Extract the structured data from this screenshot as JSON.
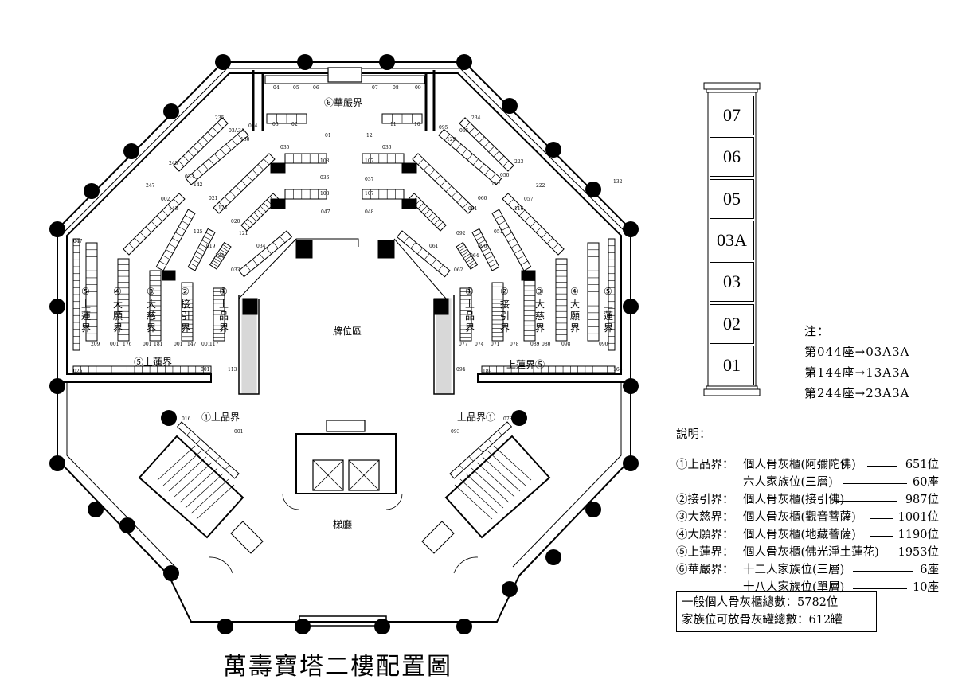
{
  "title": "萬壽寶塔二樓配置圖",
  "floors": [
    "07",
    "06",
    "05",
    "03A",
    "03",
    "02",
    "01"
  ],
  "notes": {
    "heading": "注：",
    "lines": [
      "第044座→03A3A",
      "第144座→13A3A",
      "第244座→23A3A"
    ]
  },
  "legend": {
    "heading": "說明：",
    "rows": [
      {
        "zone": "①上品界：",
        "desc": "個人骨灰櫃(阿彌陀佛)",
        "count": "651位"
      },
      {
        "zone": "",
        "desc": "六人家族位(三層)",
        "count": "60座"
      },
      {
        "zone": "②接引界：",
        "desc": "個人骨灰櫃(接引佛)",
        "count": "987位"
      },
      {
        "zone": "③大慈界：",
        "desc": "個人骨灰櫃(觀音菩薩)",
        "count": "1001位"
      },
      {
        "zone": "④大願界：",
        "desc": "個人骨灰櫃(地藏菩薩)",
        "count": "1190位"
      },
      {
        "zone": "⑤上蓮界：",
        "desc": "個人骨灰櫃(佛光淨土蓮花)",
        "count": "1953位"
      },
      {
        "zone": "⑥華嚴界：",
        "desc": "十二人家族位(三層)",
        "count": "6座"
      },
      {
        "zone": "",
        "desc": "十八人家族位(單層)",
        "count": "10座"
      }
    ]
  },
  "totals": {
    "individual": "一般個人骨灰櫃總數：5782位",
    "family": "家族位可放骨灰罐總數：612罐"
  },
  "plan": {
    "areas": {
      "hall": "牌位區",
      "lobby": "梯廳"
    },
    "top_zone": "⑥華嚴界",
    "vertical_zones": [
      {
        "num": "⑤",
        "name": "上蓮界"
      },
      {
        "num": "④",
        "name": "大願界"
      },
      {
        "num": "③",
        "name": "大慈界"
      },
      {
        "num": "②",
        "name": "接引界"
      },
      {
        "num": "①",
        "name": "上品界"
      }
    ],
    "bottom_left_zone": "⑤上蓮界",
    "bottom_right_zone": "上蓮界⑤",
    "stair_left_zone": "①上品界",
    "stair_right_zone": "上品界①",
    "cabinet_codes": {
      "top_row": [
        "04",
        "05",
        "06",
        "07",
        "08",
        "09"
      ],
      "top_inner_left": [
        "03",
        "02",
        "01"
      ],
      "top_inner_right": [
        "12",
        "11",
        "10"
      ],
      "left_diag": [
        "235",
        "03A3A",
        "130",
        "084",
        "035",
        "245",
        "033",
        "142",
        "021",
        "108",
        "036",
        "124",
        "020",
        "108",
        "047",
        "121",
        "034"
      ],
      "right_diag": [
        "234",
        "065",
        "129",
        "095",
        "036",
        "223",
        "050",
        "117",
        "107",
        "037",
        "060",
        "091",
        "107",
        "048",
        "092",
        "061"
      ],
      "left_wing_upper": [
        "247",
        "002",
        "143",
        "125",
        "019",
        "124",
        "033"
      ],
      "right_wing_upper": [
        "222",
        "057",
        "116",
        "051",
        "090",
        "064",
        "062"
      ],
      "left_cols_bottom": [
        "209",
        "001",
        "176",
        "001",
        "181",
        "001",
        "147",
        "001",
        "117"
      ],
      "right_cols_bottom": [
        "077",
        "074",
        "071",
        "078",
        "089",
        "080",
        "098",
        "090"
      ],
      "left_side": [
        "047",
        "113",
        "025",
        "001"
      ],
      "right_side": [
        "132",
        "094",
        "189",
        "164"
      ],
      "stairs": [
        "016",
        "001",
        "093",
        "078"
      ]
    }
  }
}
